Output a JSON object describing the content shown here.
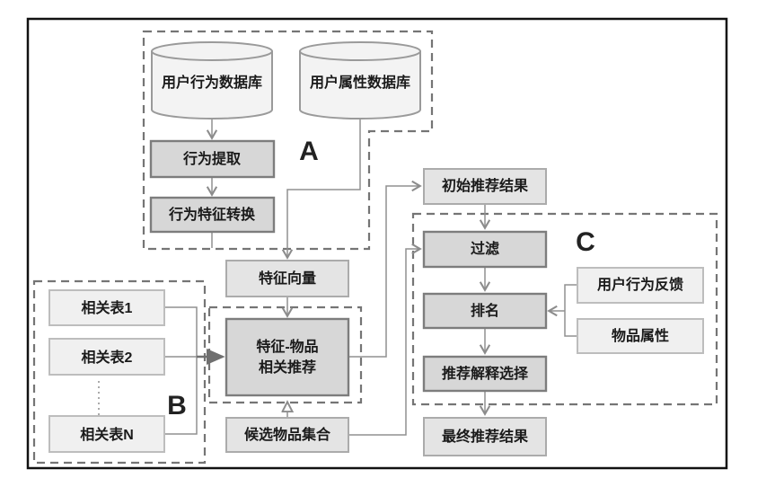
{
  "diagram_title": "recommendation-system-flowchart",
  "groups": {
    "a": {
      "label": "A"
    },
    "b": {
      "label": "B"
    },
    "c": {
      "label": "C"
    }
  },
  "nodes": {
    "user_behavior_db": "用户行为数据库",
    "user_attribute_db": "用户属性数据库",
    "behavior_extraction": "行为提取",
    "behavior_feature_conversion": "行为特征转换",
    "feature_vector": "特征向量",
    "related_table_1": "相关表1",
    "related_table_2": "相关表2",
    "related_table_n": "相关表N",
    "feature_item_line1": "特征-物品",
    "feature_item_line2": "相关推荐",
    "candidate_item_set": "候选物品集合",
    "initial_results": "初始推荐结果",
    "filter": "过滤",
    "ranking": "排名",
    "explanation_selection": "推荐解释选择",
    "final_results": "最终推荐结果",
    "user_behavior_feedback": "用户行为反馈",
    "item_attributes": "物品属性"
  },
  "colors": {
    "frame_border": "#111111",
    "dashed_group_border": "#757575",
    "process_fill": "#d7d7d7",
    "process_border": "#7d7d7d",
    "data_fill": "#e4e4e4",
    "data_border": "#ababab",
    "light_fill": "#f0f0f0",
    "light_border": "#bdbdbd",
    "cylinder_fill": "#f3f3f3",
    "cylinder_border": "#9a9a9a",
    "connector": "#909090",
    "text": "#1a1a1a"
  }
}
